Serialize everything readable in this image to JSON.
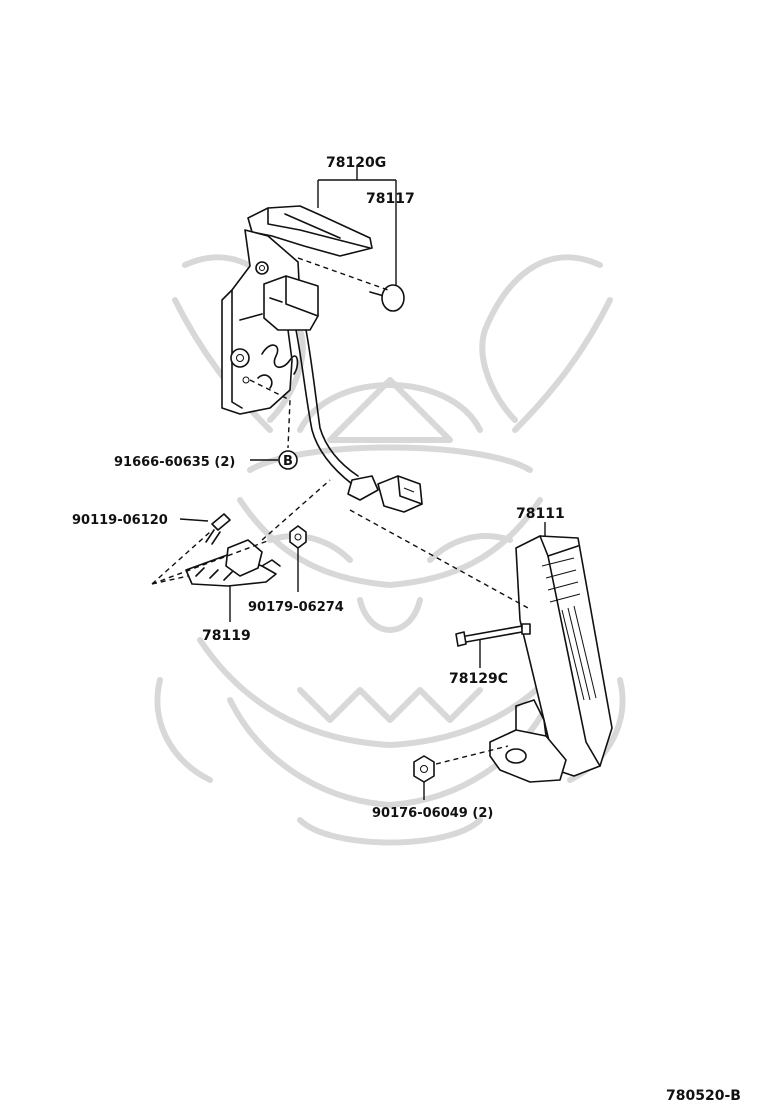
{
  "diagram": {
    "part_labels": {
      "p78120G": "78120G",
      "p78117": "78117",
      "p91666": "91666-60635 (2)",
      "ref_b": "B",
      "p90119": "90119-06120",
      "p90179": "90179-06274",
      "p78119": "78119",
      "p78111": "78111",
      "p78129C": "78129C",
      "p90176": "90176-06049 (2)"
    },
    "figure_code": "780520-B"
  }
}
